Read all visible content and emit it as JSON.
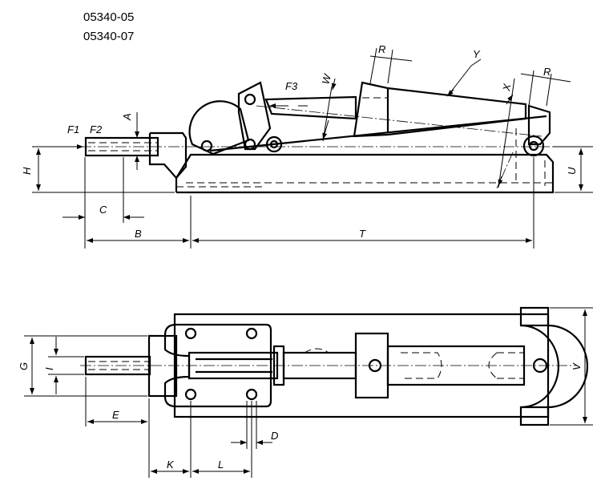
{
  "article_numbers": [
    "05340-05",
    "05340-07"
  ],
  "dimension_labels": {
    "F1": "F1",
    "F2": "F2",
    "F3": "F3",
    "A": "A",
    "H": "H",
    "C": "C",
    "B": "B",
    "T": "T",
    "U": "U",
    "W": "W",
    "R": "R",
    "Y": "Y",
    "X": "X",
    "G": "G",
    "I": "I",
    "E": "E",
    "K": "K",
    "L": "L",
    "D": "D",
    "V": "V"
  }
}
